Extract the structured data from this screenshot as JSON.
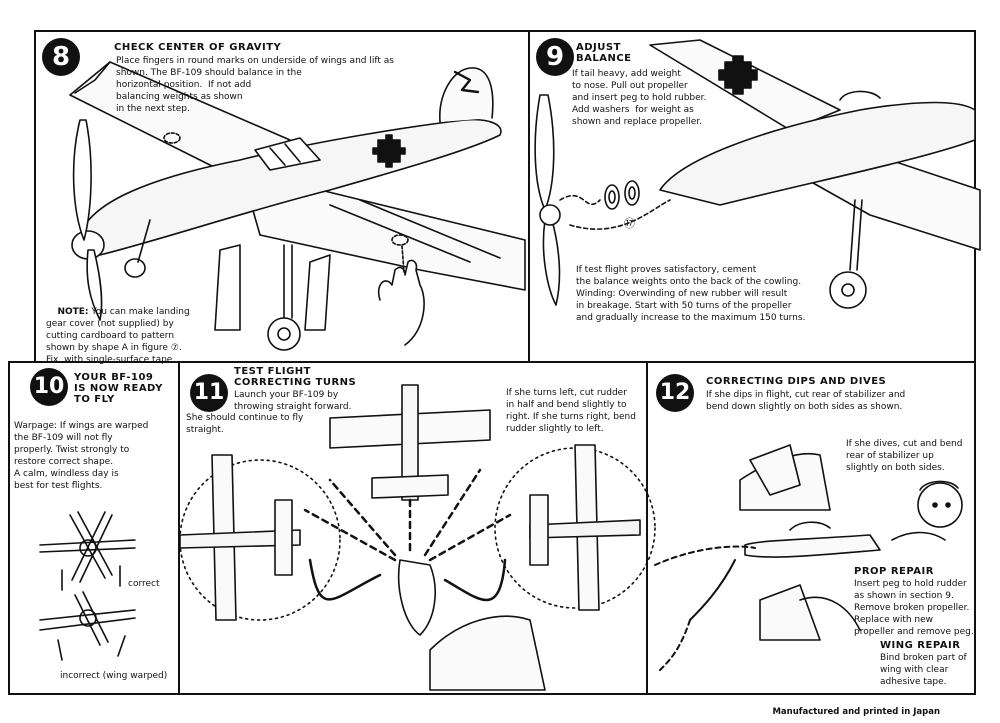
{
  "step8": {
    "number": "8",
    "title": "CHECK CENTER OF GRAVITY",
    "body": "Place fingers in round marks on underside of wings and lift as\nshown. The BF-109 should balance in the\nhorizontal position.  If not add\nbalancing weights as shown\nin the next step.",
    "note_label": "NOTE:",
    "note": " You can make landing\ngear cover (not supplied) by\ncutting cardboard to pattern\nshown by shape A in figure ⑦.\nFix  with single-surface tape."
  },
  "step9": {
    "number": "9",
    "title": "ADJUST\nBALANCE",
    "body": "If tail heavy, add weight\nto nose. Pull out propeller\nand insert peg to hold rubber.\nAdd washers  for weight as\nshown and replace propeller.",
    "part_label": "⑰",
    "body2": "If test flight proves satisfactory, cement\nthe balance weights onto the back of the cowling.\nWinding: Overwinding of new rubber will result\nin breakage. Start with 50 turns of the propeller\nand gradually increase to the maximum 150 turns."
  },
  "step10": {
    "number": "10",
    "title": "YOUR BF-109\nIS NOW READY\nTO FLY",
    "body": "Warpage: If wings are warped\nthe BF-109 will not fly\nproperly. Twist strongly to\nrestore correct shape.\nA calm, windless day is\nbest for test flights.",
    "correct": "correct",
    "incorrect": "incorrect (wing warped)"
  },
  "step11": {
    "number": "11",
    "title": "TEST FLIGHT\nCORRECTING TURNS",
    "body": "Launch your BF-109 by\nthrowing straight forward.",
    "body2": "She should continue to fly\nstraight.",
    "right_text": "If she turns left, cut rudder\nin half and bend slightly to\nright. If she turns right, bend\nrudder slightly to left."
  },
  "step12": {
    "number": "12",
    "title": "CORRECTING DIPS AND DIVES",
    "body": "If she dips in flight, cut rear of stabilizer and\nbend down slightly on both sides as shown.",
    "dives": "If she dives, cut and bend\nrear of stabilizer up\nslightly on both sides.",
    "prop_title": "PROP REPAIR",
    "prop_body": "Insert peg to hold rudder\nas shown in section 9.\nRemove broken propeller.\nReplace with new\npropeller and remove peg.",
    "wing_title": "WING REPAIR",
    "wing_body": "Bind broken part of\nwing with clear\nadhesive tape."
  },
  "footer": "Manufactured and printed in Japan"
}
